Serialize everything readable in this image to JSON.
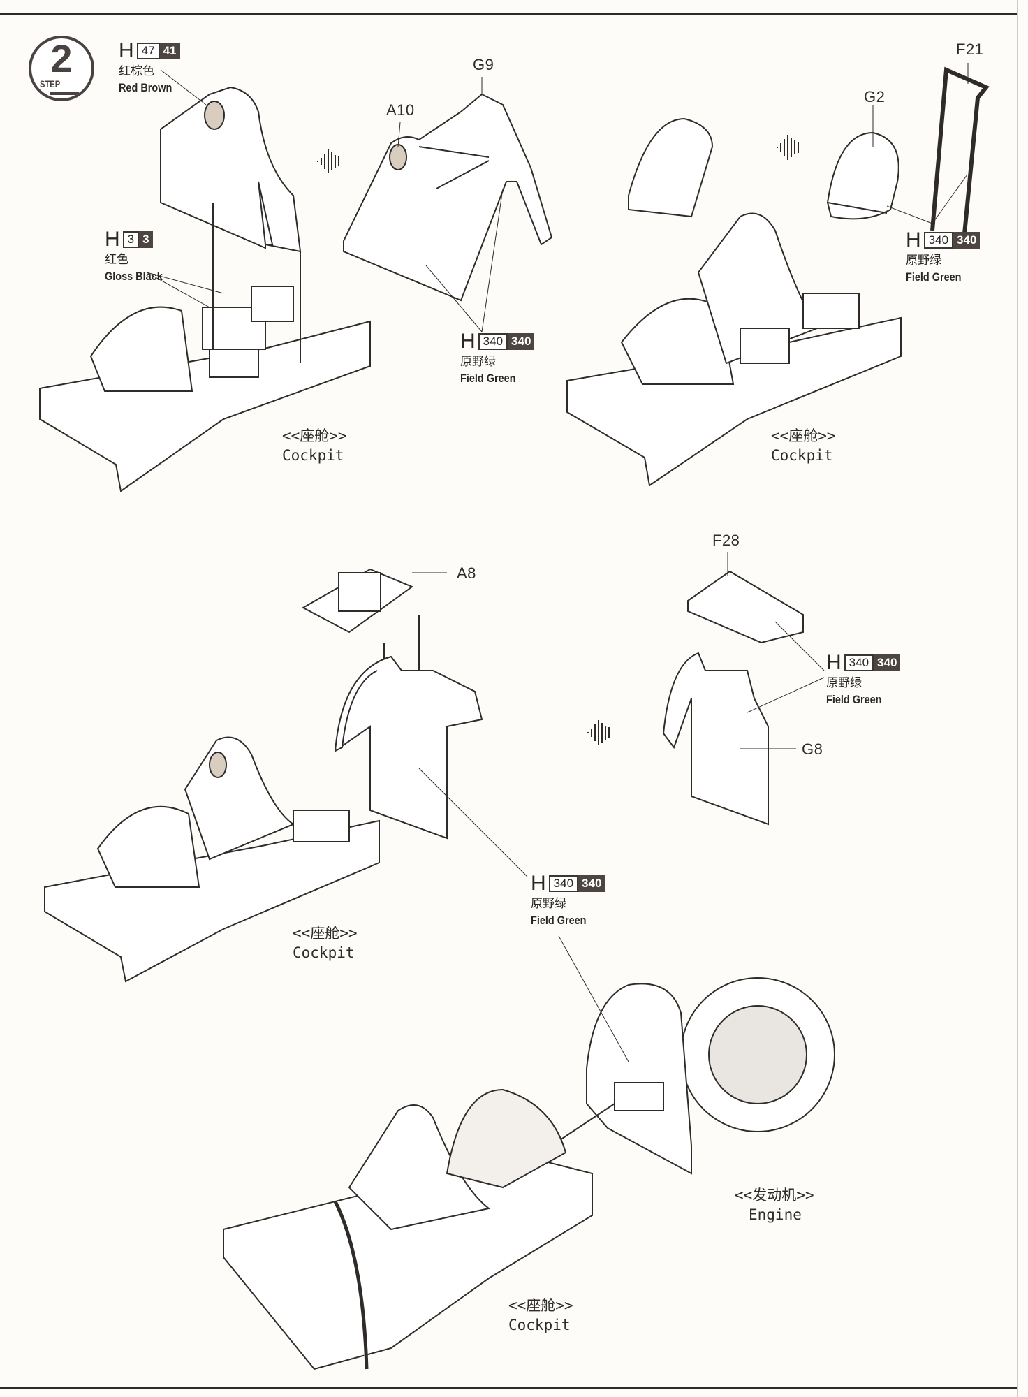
{
  "step": {
    "number": "2",
    "label": "STEP"
  },
  "paints": {
    "red_brown": {
      "prefix": "H",
      "code1": "47",
      "code2": "41",
      "cn": "红棕色",
      "en": "Red Brown"
    },
    "gloss_black": {
      "prefix": "H",
      "code1": "3",
      "code2": "3",
      "cn": "红色",
      "en": "Gloss Black"
    },
    "field_green_1": {
      "prefix": "H",
      "code1": "340",
      "code2": "340",
      "cn": "原野绿",
      "en": "Field Green"
    },
    "field_green_2": {
      "prefix": "H",
      "code1": "340",
      "code2": "340",
      "cn": "原野绿",
      "en": "Field Green"
    },
    "field_green_3": {
      "prefix": "H",
      "code1": "340",
      "code2": "340",
      "cn": "原野绿",
      "en": "Field Green"
    },
    "field_green_4": {
      "prefix": "H",
      "code1": "340",
      "code2": "340",
      "cn": "原野绿",
      "en": "Field Green"
    }
  },
  "parts": {
    "g9": "G9",
    "a10": "A10",
    "g2": "G2",
    "f21": "F21",
    "a8": "A8",
    "f28": "F28",
    "g8": "G8"
  },
  "captions": {
    "cockpit_1": {
      "cn": "<<座舱>>",
      "en": "Cockpit"
    },
    "cockpit_2": {
      "cn": "<<座舱>>",
      "en": "Cockpit"
    },
    "cockpit_3": {
      "cn": "<<座舱>>",
      "en": "Cockpit"
    },
    "cockpit_4": {
      "cn": "<<座舱>>",
      "en": "Cockpit"
    },
    "engine": {
      "cn": "<<发动机>>",
      "en": "Engine"
    }
  },
  "colors": {
    "ink": "#2f2b29",
    "paint_box": "#4d4542",
    "paper": "#fdfcf8"
  }
}
